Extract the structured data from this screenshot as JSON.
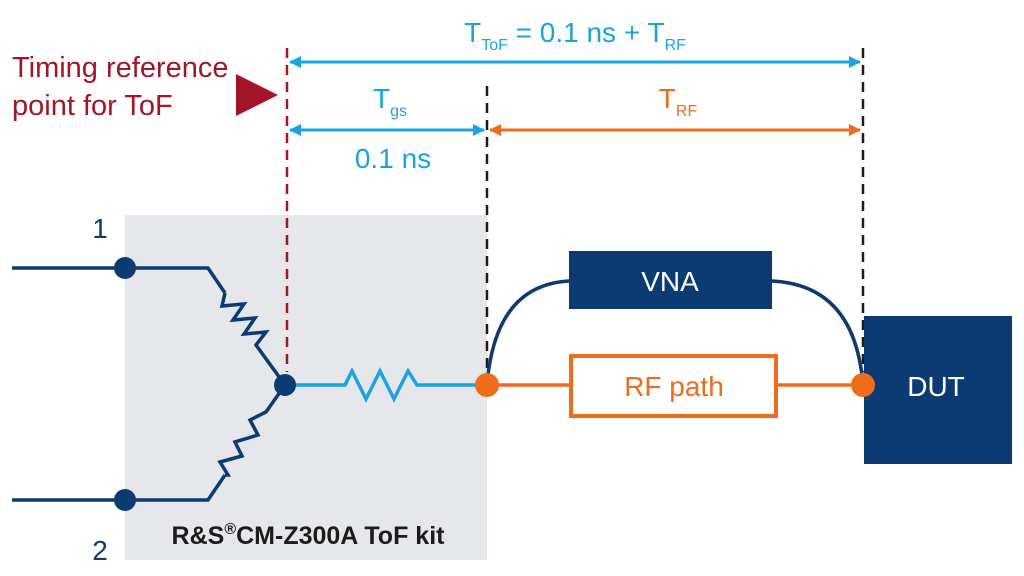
{
  "labels": {
    "timing_reference_line1": "Timing reference",
    "timing_reference_line2": "point for ToF",
    "tof_main": "T",
    "tof_sub": "ToF",
    "tof_rest": " = 0.1 ns + T",
    "tof_rf_sub": "RF",
    "tgs_main": "T",
    "tgs_sub": "gs",
    "tgs_value": "0.1 ns",
    "trf_main": "T",
    "trf_sub": "RF",
    "port_1": "1",
    "port_2": "2",
    "vna": "VNA",
    "rf_path": "RF path",
    "dut": "DUT",
    "kit_name_a": "R&S",
    "kit_reg": "®",
    "kit_name_b": "CM-Z300A ToF kit"
  },
  "colors": {
    "navy": "#0b3b72",
    "light_blue": "#1aa3e0",
    "orange": "#ef6c1a",
    "dark_red": "#a3162a",
    "kit_background": "#e6e7eb"
  }
}
